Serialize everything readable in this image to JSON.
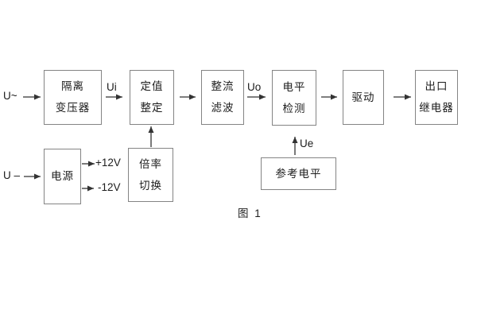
{
  "diagram": {
    "caption": "图 1",
    "blocks": {
      "isolation_transformer": {
        "line1": "隔离",
        "line2": "变压器"
      },
      "value_setting": {
        "line1": "定值",
        "line2": "整定"
      },
      "rectifier_filter": {
        "line1": "整流",
        "line2": "滤波"
      },
      "level_detection": {
        "line1": "电平",
        "line2": "检测"
      },
      "drive": {
        "line1": "驱动"
      },
      "output_relay": {
        "line1": "出口",
        "line2": "继电器"
      },
      "power_supply": {
        "line1": "电源"
      },
      "ratio_switch": {
        "line1": "倍率",
        "line2": "切换"
      },
      "reference_level": {
        "line1": "参考电平"
      }
    },
    "labels": {
      "ac_input": "U~",
      "dc_input": "U –",
      "ui": "Ui",
      "uo": "Uo",
      "ue": "Ue",
      "plus_12v": "+12V",
      "minus_12v": "-12V"
    },
    "colors": {
      "background": "#ffffff",
      "box_border": "#848484",
      "text": "#1c1c1c",
      "arrow": "#333333"
    }
  }
}
